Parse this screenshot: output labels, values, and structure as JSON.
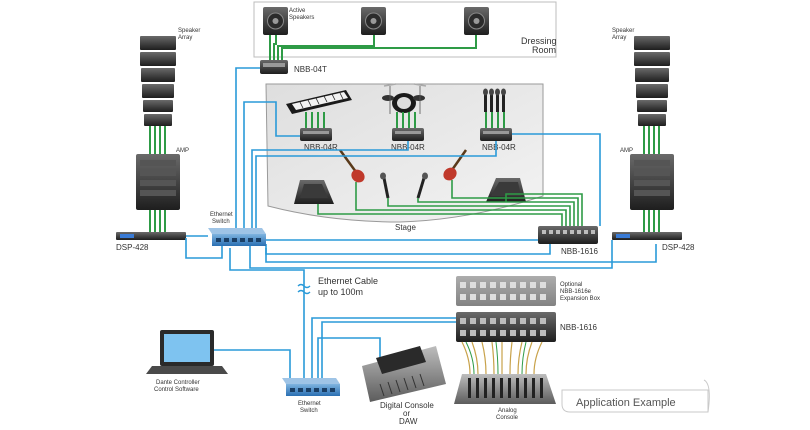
{
  "labels": {
    "active_speakers_line1": "Active",
    "active_speakers_line2": "Speakers",
    "dressing_room_line1": "Dressing",
    "dressing_room_line2": "Room",
    "speaker_array_left_line1": "Speaker",
    "speaker_array_left_line2": "Array",
    "speaker_array_right_line1": "Speaker",
    "speaker_array_right_line2": "Array",
    "amp_left": "AMP",
    "amp_right": "AMP",
    "dsp_left": "DSP-428",
    "dsp_right": "DSP-428",
    "nbb_04t": "NBB-04T",
    "nbb_04r_1": "NBB-04R",
    "nbb_04r_2": "NBB-04R",
    "nbb_04r_3": "NBB-04R",
    "stage": "Stage",
    "ethernet_switch_top_line1": "Ethernet",
    "ethernet_switch_top_line2": "Switch",
    "nbb_1616_top": "NBB-1616",
    "ethernet_cable_line1": "Ethernet Cable",
    "ethernet_cable_line2": "up to 100m",
    "optional_line1": "Optional",
    "optional_line2": "NBB-1616e",
    "optional_line3": "Expansion Box",
    "nbb_1616_bottom": "NBB-1616",
    "dante_line1": "Dante Controller",
    "dante_line2": "Control Software",
    "ethernet_switch_bottom_line1": "Ethernet",
    "ethernet_switch_bottom_line2": "Switch",
    "digital_console_line1": "Digital Console",
    "digital_console_line2": "or",
    "digital_console_line3": "DAW",
    "analog_console_line1": "Analog",
    "analog_console_line2": "Console",
    "application_example": "Application Example"
  },
  "icons": {
    "active_speaker": "speaker-cabinet-icon",
    "speaker_array": "line-array-icon",
    "amp_rack": "amp-rack-icon",
    "dsp": "dsp-unit-icon",
    "keyboard": "keyboard-icon",
    "drums": "drum-kit-icon",
    "microphones": "microphone-icon",
    "guitar": "guitar-icon",
    "monitor_wedge": "stage-monitor-icon",
    "network_switch": "ethernet-switch-icon",
    "laptop": "laptop-icon",
    "digital_console": "digital-mixer-icon",
    "analog_console": "analog-mixer-icon"
  },
  "colors": {
    "ethernet": "#2a9ad8",
    "audio": "#2e9b46",
    "analog_wire": "#c8a24a",
    "stage_fill": "#e6e6e6"
  }
}
